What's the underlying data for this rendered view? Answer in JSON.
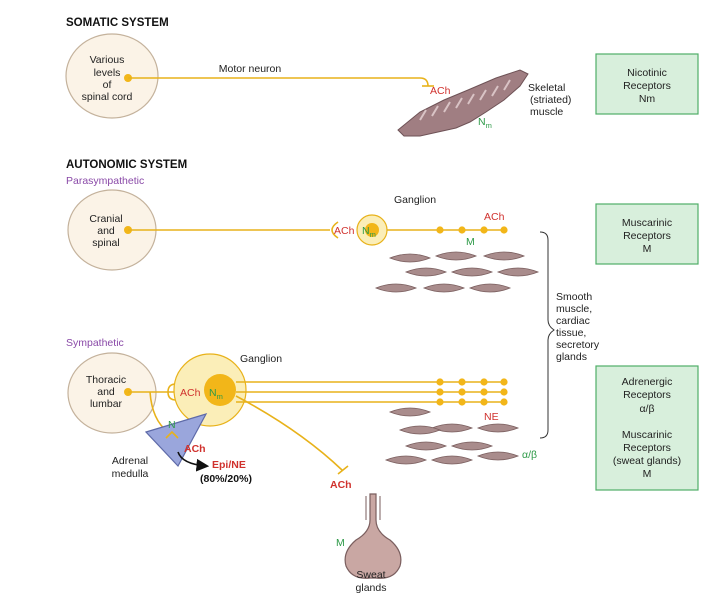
{
  "somatic": {
    "heading": "SOMATIC SYSTEM",
    "origin": [
      "Various",
      "levels",
      "of",
      "spinal cord"
    ],
    "neuron_label": "Motor neuron",
    "transmitter": "ACh",
    "target": [
      "Skeletal",
      "(striated)",
      "muscle"
    ],
    "receptor_symbol": "N",
    "receptor_sub": "m",
    "receptor_box": [
      "Nicotinic",
      "Receptors",
      "Nm"
    ]
  },
  "autonomic": {
    "heading": "AUTONOMIC SYSTEM",
    "parasympathetic": {
      "label": "Parasympathetic",
      "origin": [
        "Cranial",
        "and",
        "spinal"
      ],
      "ganglion_label": "Ganglion",
      "pre_transmitter": "ACh",
      "ganglion_receptor": "N",
      "ganglion_receptor_sub": "m",
      "post_transmitter": "ACh",
      "post_receptor": "M",
      "receptor_box": [
        "Muscarinic",
        "Receptors",
        "M"
      ]
    },
    "targets": [
      "Smooth",
      "muscle,",
      "cardiac",
      "tissue,",
      "secretory",
      "glands"
    ],
    "sympathetic": {
      "label": "Sympathetic",
      "origin": [
        "Thoracic",
        "and",
        "lumbar"
      ],
      "ganglion_label": "Ganglion",
      "pre_transmitter": "ACh",
      "ganglion_receptor": "N",
      "ganglion_receptor_sub": "m",
      "post_transmitter": "NE",
      "post_receptor": "α/β",
      "adrenal_receptor": "N",
      "adrenal_transmitter": "ACh",
      "adrenal_label": [
        "Adrenal",
        "medulla"
      ],
      "adrenal_release": "Epi/NE",
      "adrenal_ratio": "(80%/20%)",
      "sweat_transmitter": "ACh",
      "sweat_receptor": "M",
      "sweat_label": [
        "Sweat",
        "glands"
      ],
      "receptor_box": [
        "Adrenergic",
        "Receptors",
        "α/β",
        "Muscarinic",
        "Receptors",
        "(sweat glands)",
        "M"
      ]
    }
  },
  "colors": {
    "nerve": "#e8b21a",
    "ganglion_fill": "#fbeeb8",
    "receptor_box": "#d8efdc",
    "red_label": "#d0312d",
    "green_label": "#2e9a48",
    "purple_label": "#8a4aa8",
    "adrenal": "#9aa6dc"
  }
}
